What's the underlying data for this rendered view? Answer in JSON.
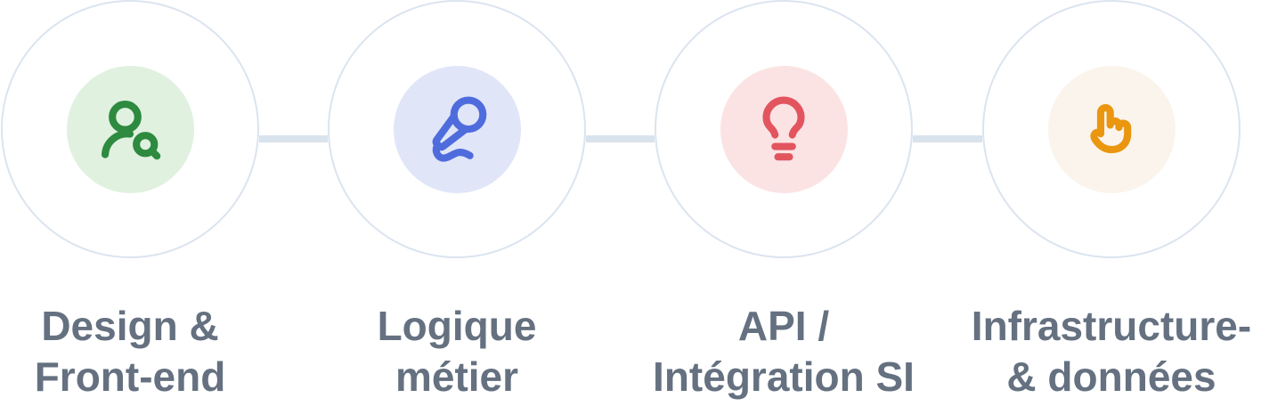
{
  "diagram": {
    "type": "process-flow",
    "orientation": "horizontal",
    "step_count": 4
  },
  "colors": {
    "background": "#ffffff",
    "node_fill": "#ffffff",
    "circle_border": "#dbe4ef",
    "connector": "#d9e3ed",
    "label_text": "#657180"
  },
  "steps": [
    {
      "icon": "user-search-icon",
      "icon_color": "#2d8a3f",
      "icon_bg": "#e0f1e0",
      "label_line1": "Design &",
      "label_line2": "Front-end"
    },
    {
      "icon": "microphone-icon",
      "icon_color": "#4f6cdd",
      "icon_bg": "#e0e5f8",
      "label_line1": "Logique",
      "label_line2": "métier"
    },
    {
      "icon": "lightbulb-icon",
      "icon_color": "#e2555f",
      "icon_bg": "#fbe3e4",
      "label_line1": "API /",
      "label_line2": "Intégration SI"
    },
    {
      "icon": "pointing-hand-icon",
      "icon_color": "#ea960f",
      "icon_bg": "#faf4ec",
      "label_line1": "Infrastructure-",
      "label_line2": "& données"
    }
  ]
}
